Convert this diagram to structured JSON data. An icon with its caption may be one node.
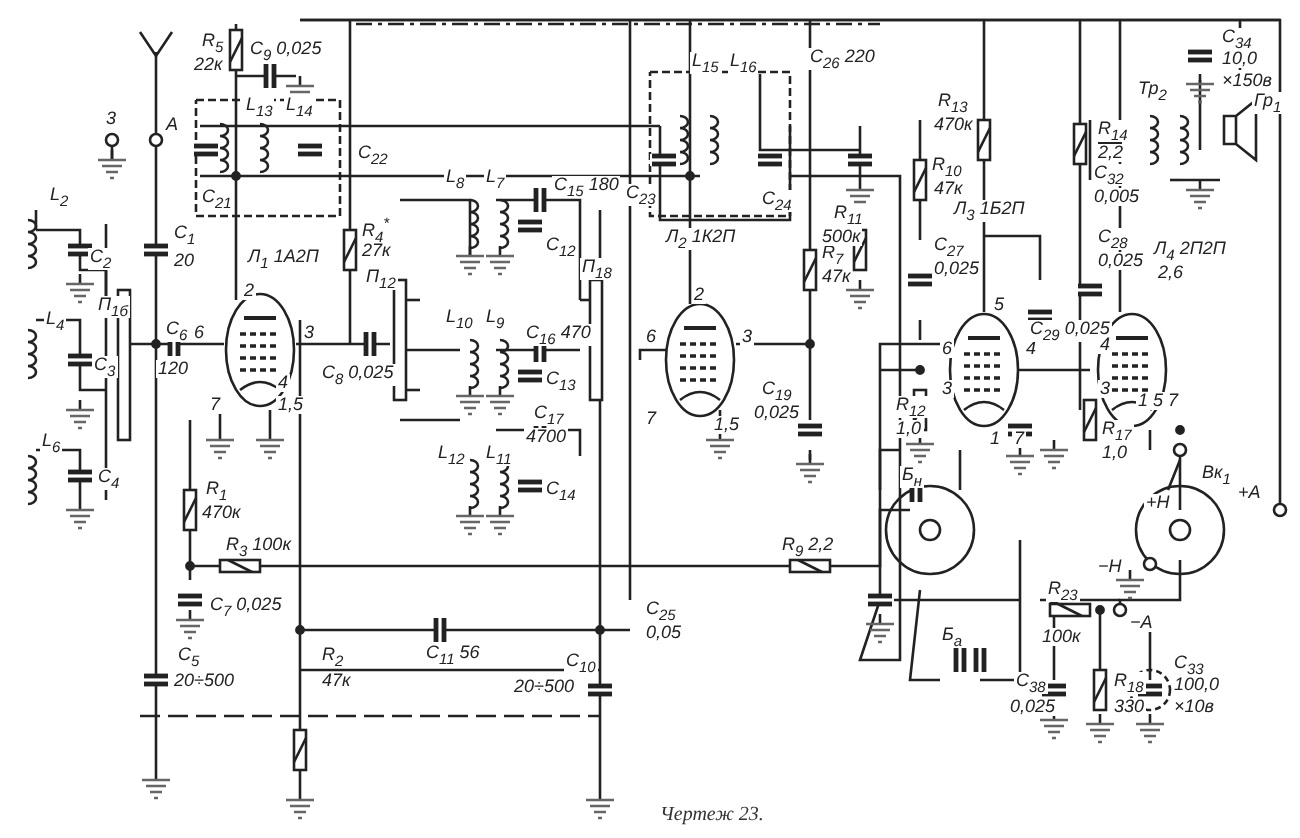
{
  "diagram": {
    "caption": "Чертеж 23.",
    "labels": [
      "R$_{5}$",
      "22к",
      "C$_{9}$ 0,025",
      "L$_{13}$",
      "L$_{14}$",
      "C$_{22}$",
      "C$_{21}$",
      "3",
      "A",
      "L$_{2}$",
      "C$_{2}$",
      "C$_{1}$",
      "20",
      "П$_{1б}$",
      "Л$_{1}$ 1А2П",
      "R$_{4}$$^{*}$",
      "27к",
      "П$_{12}$",
      "2",
      "L$_{4}$",
      "C$_{3}$",
      "C$_{6}$",
      "120",
      "6",
      "3",
      "4",
      "7",
      "1,5",
      "C$_{8}$ 0,025",
      "L$_{6}$",
      "C$_{4}$",
      "L$_{8}$",
      "L$_{7}$",
      "C$_{15}$ 180",
      "C$_{12}$",
      "П$_{18}$",
      "L$_{10}$",
      "L$_{9}$",
      "C$_{16}$ 470",
      "C$_{13}$",
      "C$_{17}$",
      "4700",
      "L$_{12}$",
      "L$_{11}$",
      "C$_{14}$",
      "L$_{15}$",
      "L$_{16}$",
      "C$_{26}$ 220",
      "C$_{23}$",
      "C$_{24}$",
      "Л$_{2}$ 1К2П",
      "2",
      "6",
      "3",
      "R$_{7}$",
      "47к",
      "R$_{11}$",
      "500к",
      "7",
      "1,5",
      "C$_{19}$",
      "0,025",
      "R$_{13}$",
      "470к",
      "R$_{10}$",
      "47к",
      "R$_{14}$",
      "2,2",
      "Л$_{3}$ 1Б2П",
      "C$_{27}$",
      "0,025",
      "5",
      "6",
      "4",
      "3",
      "1",
      "7",
      "R$_{12}$",
      "1,0",
      "C$_{29}$ 0,025",
      "R$_{17}$",
      "1,0",
      "C$_{34}$",
      "10,0",
      "×150в",
      "Тр$_{2}$",
      "Гр$_{1}$",
      "C$_{32}$",
      "0,005",
      "C$_{28}$",
      "0,025",
      "Л$_{4}$ 2П2П",
      "2,6",
      "4",
      "3",
      "1 5 7",
      "R$_{1}$",
      "470к",
      "R$_{3}$ 100к",
      "C$_{7}$ 0,025",
      "C$_{5}$",
      "20÷500",
      "R$_{2}$",
      "47к",
      "C$_{11}$ 56",
      "C$_{10}$",
      "20÷500",
      "C$_{25}$",
      "0,05",
      "R$_{9}$ 2,2",
      "Б$_{н}$",
      "Б$_{а}$",
      "Вк$_{1}$",
      "+Н",
      "+А",
      "−Н",
      "R$_{23}$",
      "100к",
      "−А",
      "C$_{38}$",
      "0,025",
      "R$_{18}$",
      "330",
      "C$_{33}$",
      "100,0",
      "×10в"
    ]
  }
}
